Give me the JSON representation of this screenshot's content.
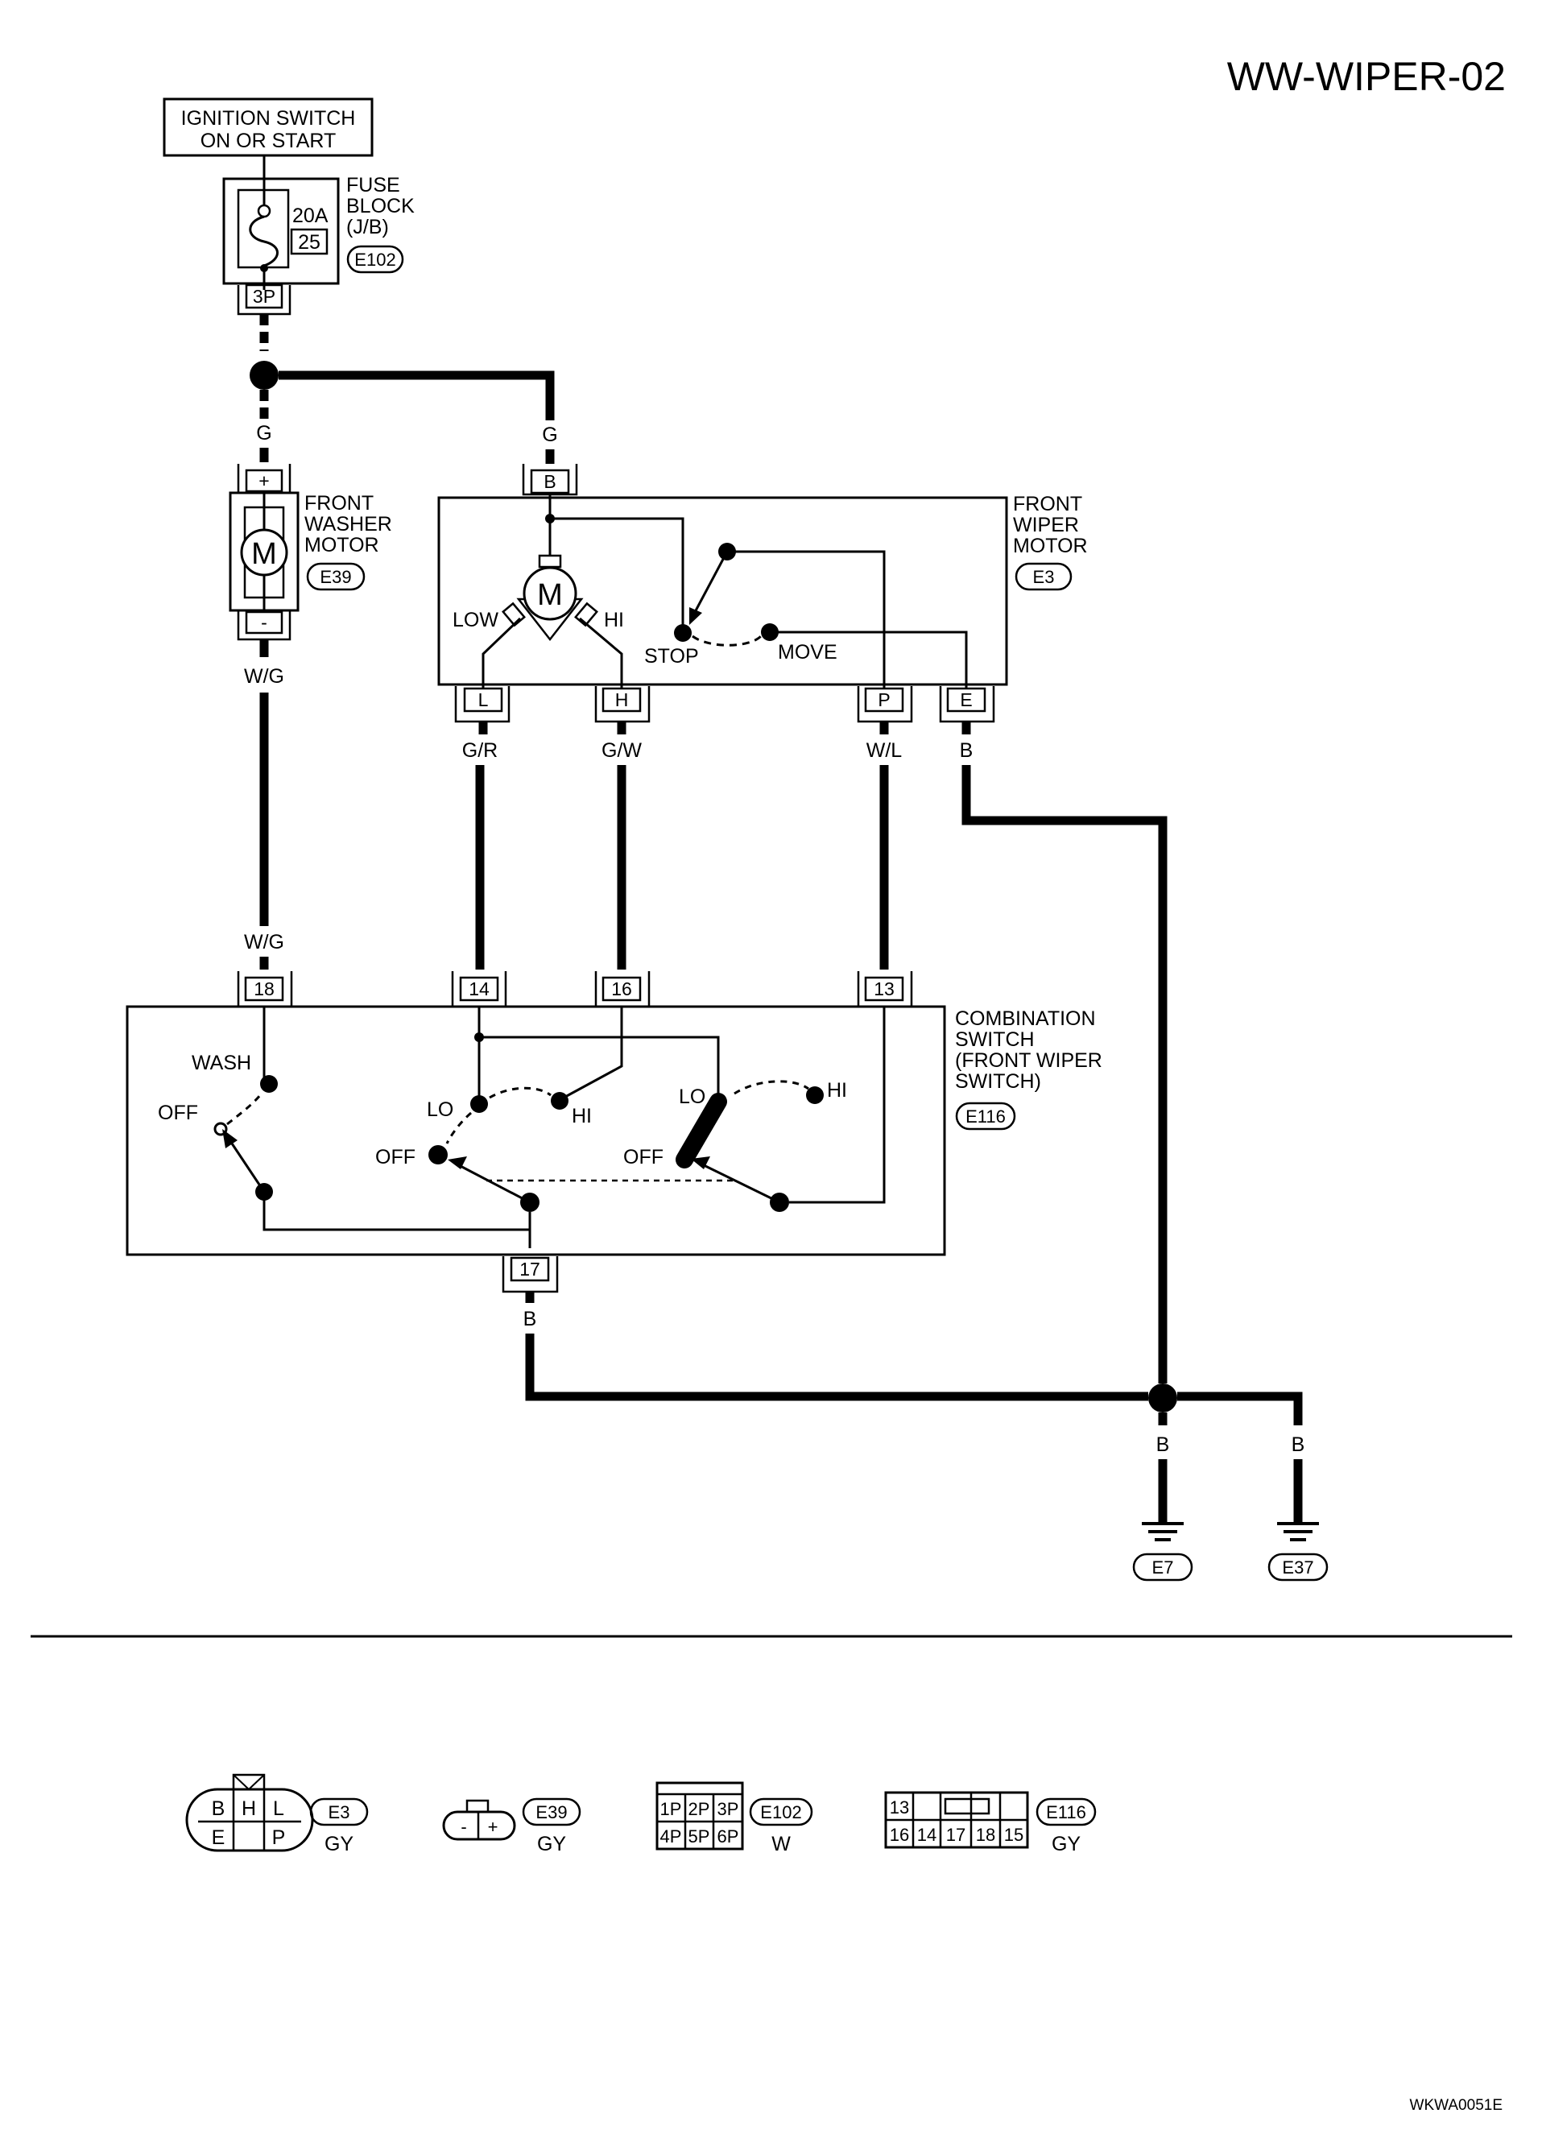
{
  "page_code": "WW-WIPER-02",
  "footer_code": "WKWA0051E",
  "ignition": {
    "line1": "IGNITION SWITCH",
    "line2": "ON OR START"
  },
  "fuse_block": {
    "line1": "FUSE",
    "line2": "BLOCK",
    "line3": "(J/B)",
    "amp": "20A",
    "number": "25",
    "connector": "E102",
    "pin": "3P"
  },
  "washer_motor": {
    "line1": "FRONT",
    "line2": "WASHER",
    "line3": "MOTOR",
    "connector": "E39",
    "symbol": "M",
    "pin_plus": "+",
    "pin_minus": "-"
  },
  "wiper_motor": {
    "line1": "FRONT",
    "line2": "WIPER",
    "line3": "MOTOR",
    "connector": "E3",
    "symbol": "M",
    "low": "LOW",
    "hi": "HI",
    "stop": "STOP",
    "move": "MOVE",
    "pin_b": "B",
    "pin_l": "L",
    "pin_h": "H",
    "pin_p": "P",
    "pin_e": "E"
  },
  "combination_switch": {
    "line1": "COMBINATION",
    "line2": "SWITCH",
    "line3": "(FRONT WIPER",
    "line4": "SWITCH)",
    "connector": "E116",
    "wash": "WASH",
    "off": "OFF",
    "lo": "LO",
    "hi": "HI",
    "pin_18": "18",
    "pin_14": "14",
    "pin_16": "16",
    "pin_13": "13",
    "pin_17": "17"
  },
  "wires": {
    "g_left": "G",
    "g_right": "G",
    "wg_top": "W/G",
    "wg_bottom": "W/G",
    "gr": "G/R",
    "gw": "G/W",
    "wl": "W/L",
    "b_motor": "B",
    "b_switch": "B",
    "b_e7": "B",
    "b_e37": "B"
  },
  "grounds": {
    "e7": "E7",
    "e37": "E37"
  },
  "legend": {
    "e3": {
      "code": "E3",
      "color": "GY",
      "pins_top": [
        "B",
        "H",
        "L"
      ],
      "pins_bottom": [
        "E",
        "",
        "P"
      ]
    },
    "e39": {
      "code": "E39",
      "color": "GY",
      "pins": [
        "-",
        "+"
      ]
    },
    "e102": {
      "code": "E102",
      "color": "W",
      "pins_top": [
        "1P",
        "2P",
        "3P"
      ],
      "pins_bottom": [
        "4P",
        "5P",
        "6P"
      ]
    },
    "e116": {
      "code": "E116",
      "color": "GY",
      "pin_top": "13",
      "pins_bottom": [
        "16",
        "14",
        "17",
        "18",
        "15"
      ]
    }
  }
}
